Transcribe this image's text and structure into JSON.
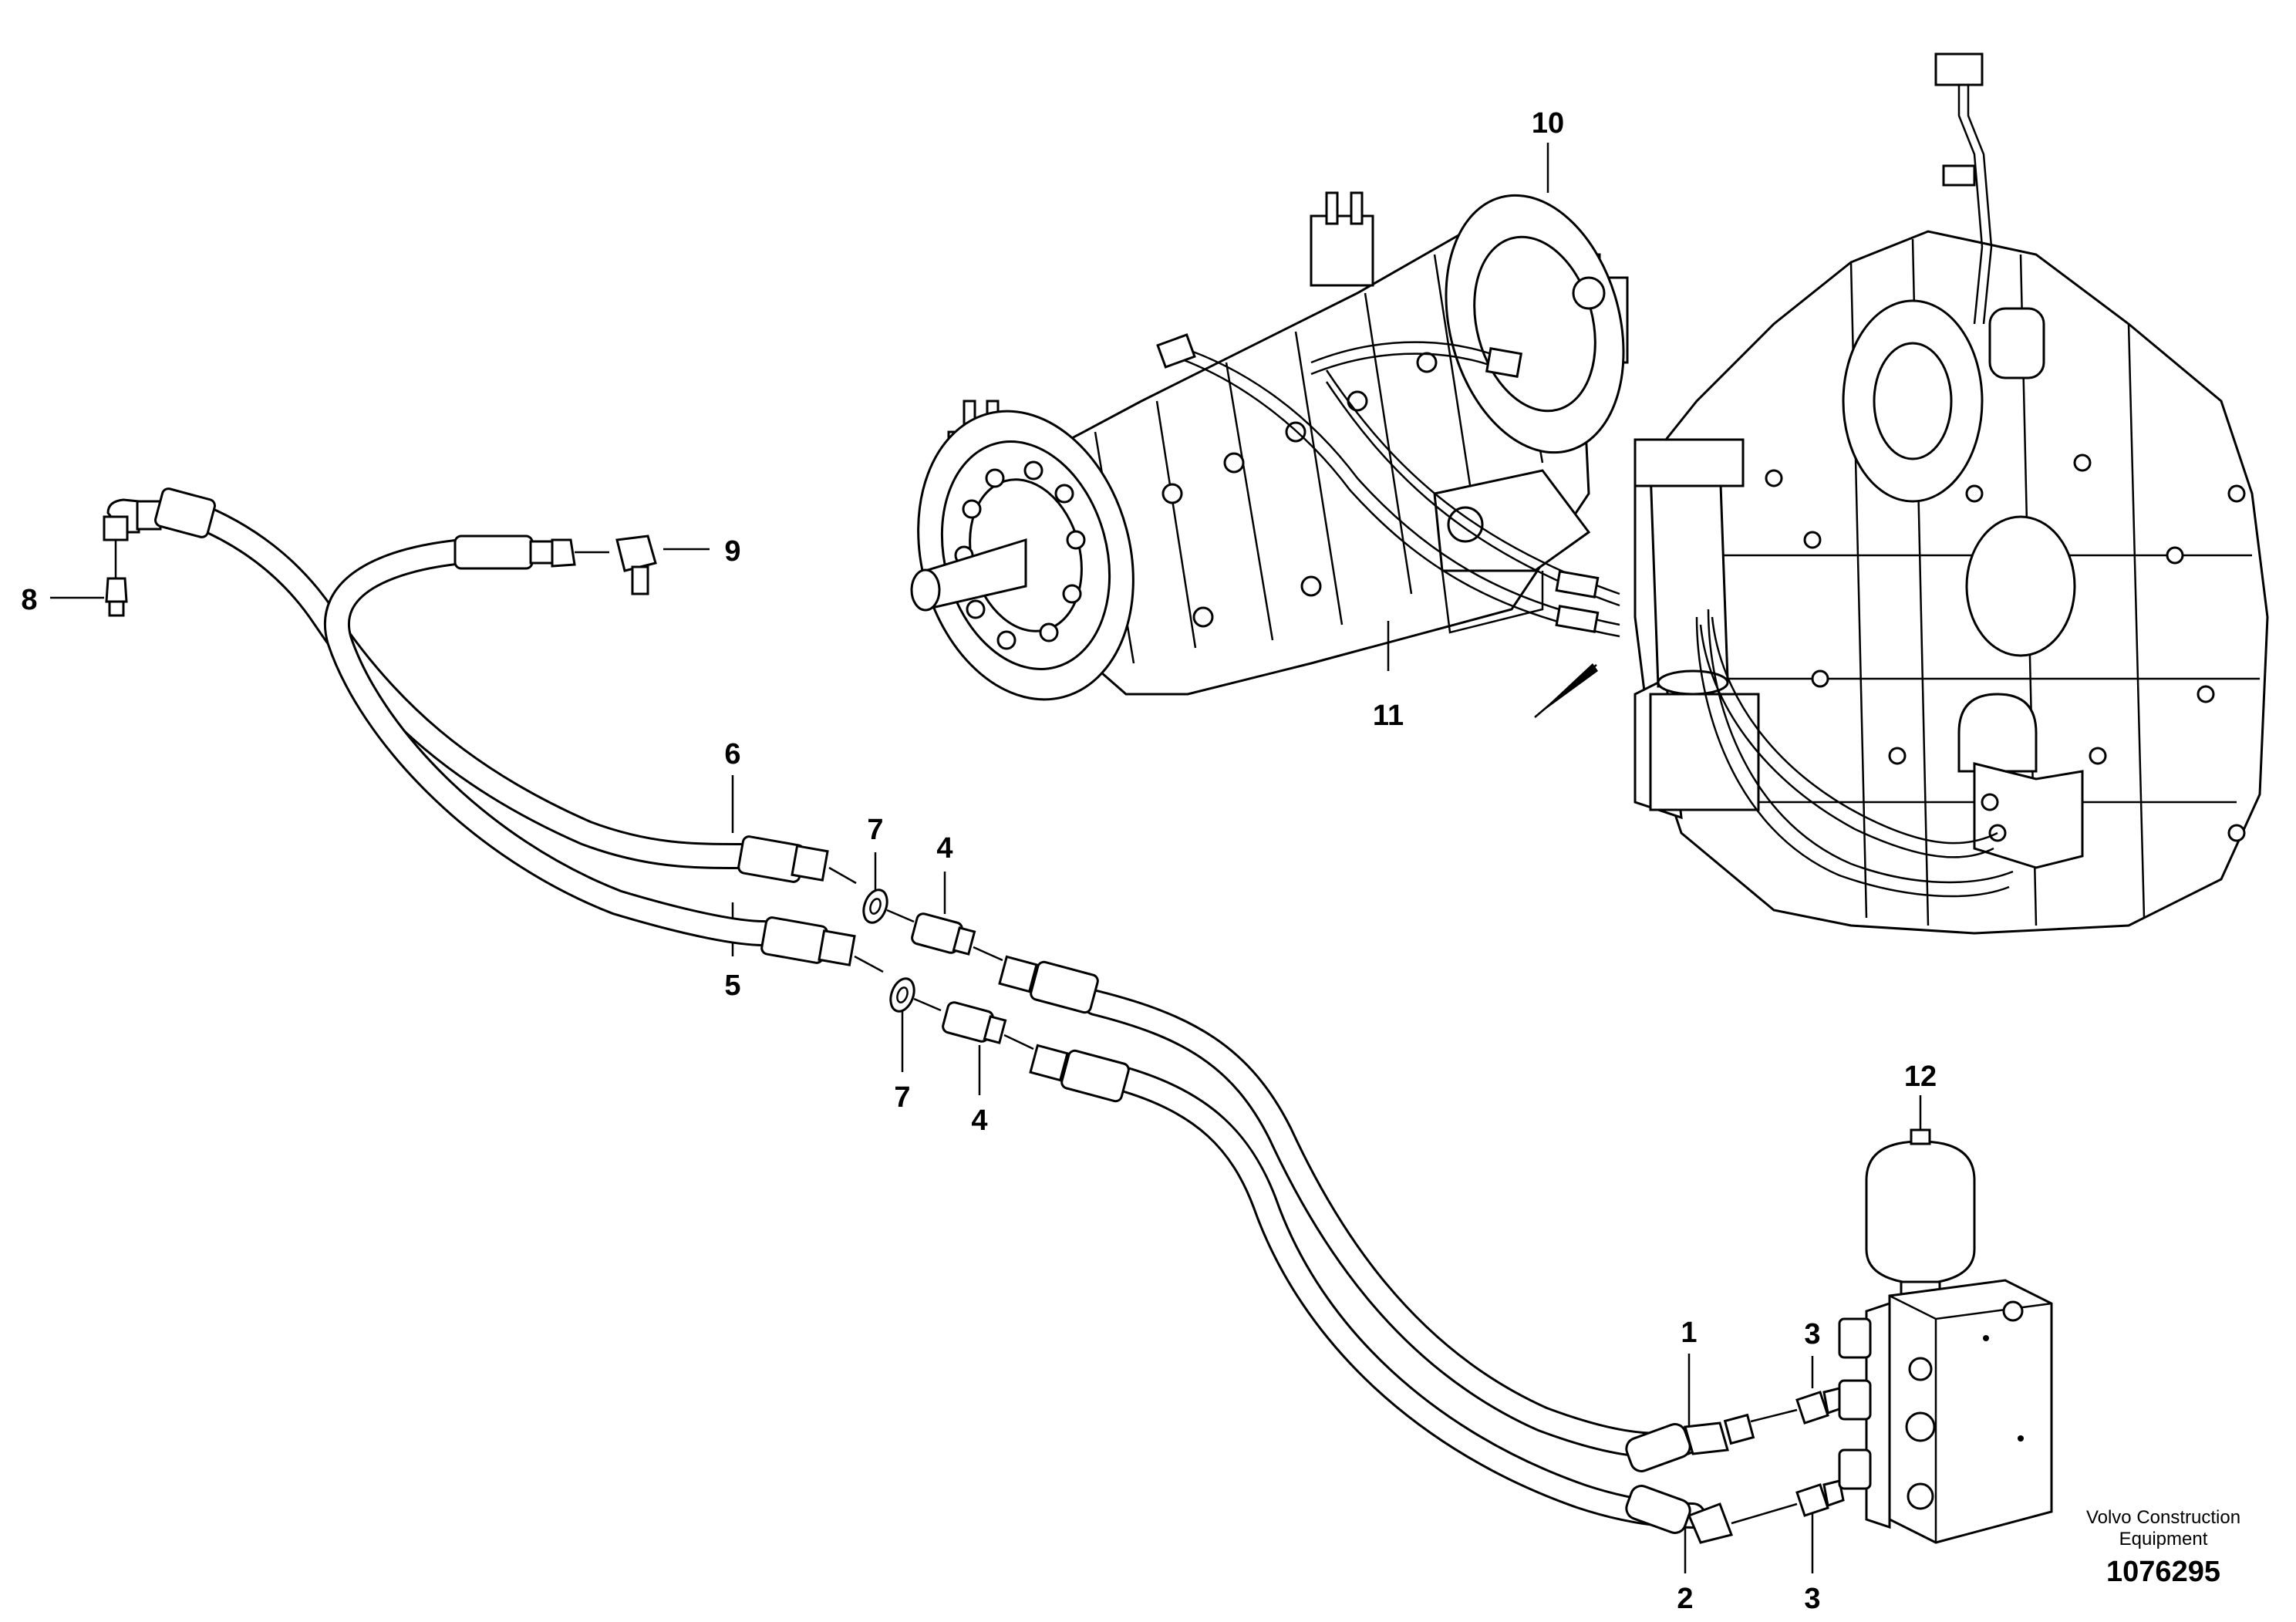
{
  "callouts": [
    "1",
    "2",
    "3",
    "3",
    "4",
    "4",
    "5",
    "6",
    "7",
    "7",
    "8",
    "9",
    "10",
    "11",
    "12"
  ],
  "credit": {
    "line1": "Volvo Construction",
    "line2": "Equipment"
  },
  "document_number": "1076295"
}
